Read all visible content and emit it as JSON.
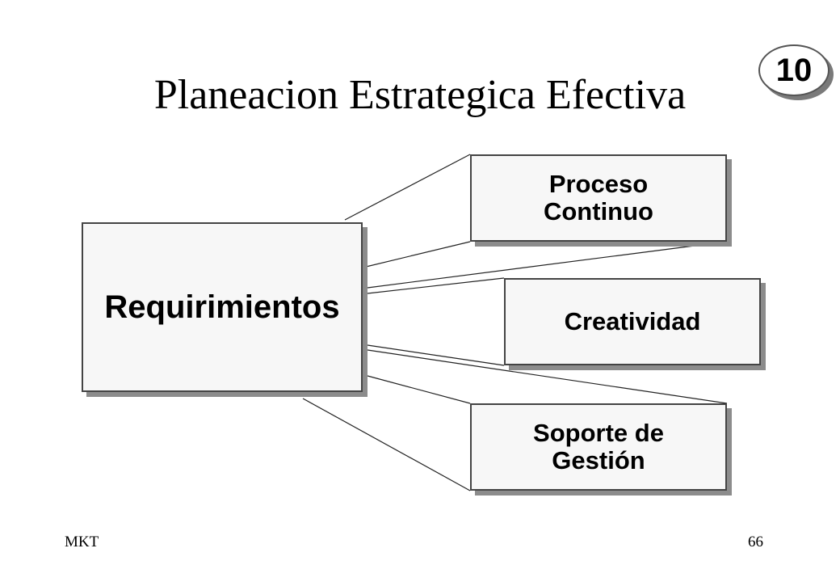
{
  "title": "Planeacion Estrategica Efectiva",
  "badge": "10",
  "main_box": "Requirimientos",
  "branches": [
    {
      "label": "Proceso\nContinuo"
    },
    {
      "label": "Creatividad"
    },
    {
      "label": "Soporte de\nGestión"
    }
  ],
  "footer": {
    "left": "MKT",
    "right": "66"
  }
}
